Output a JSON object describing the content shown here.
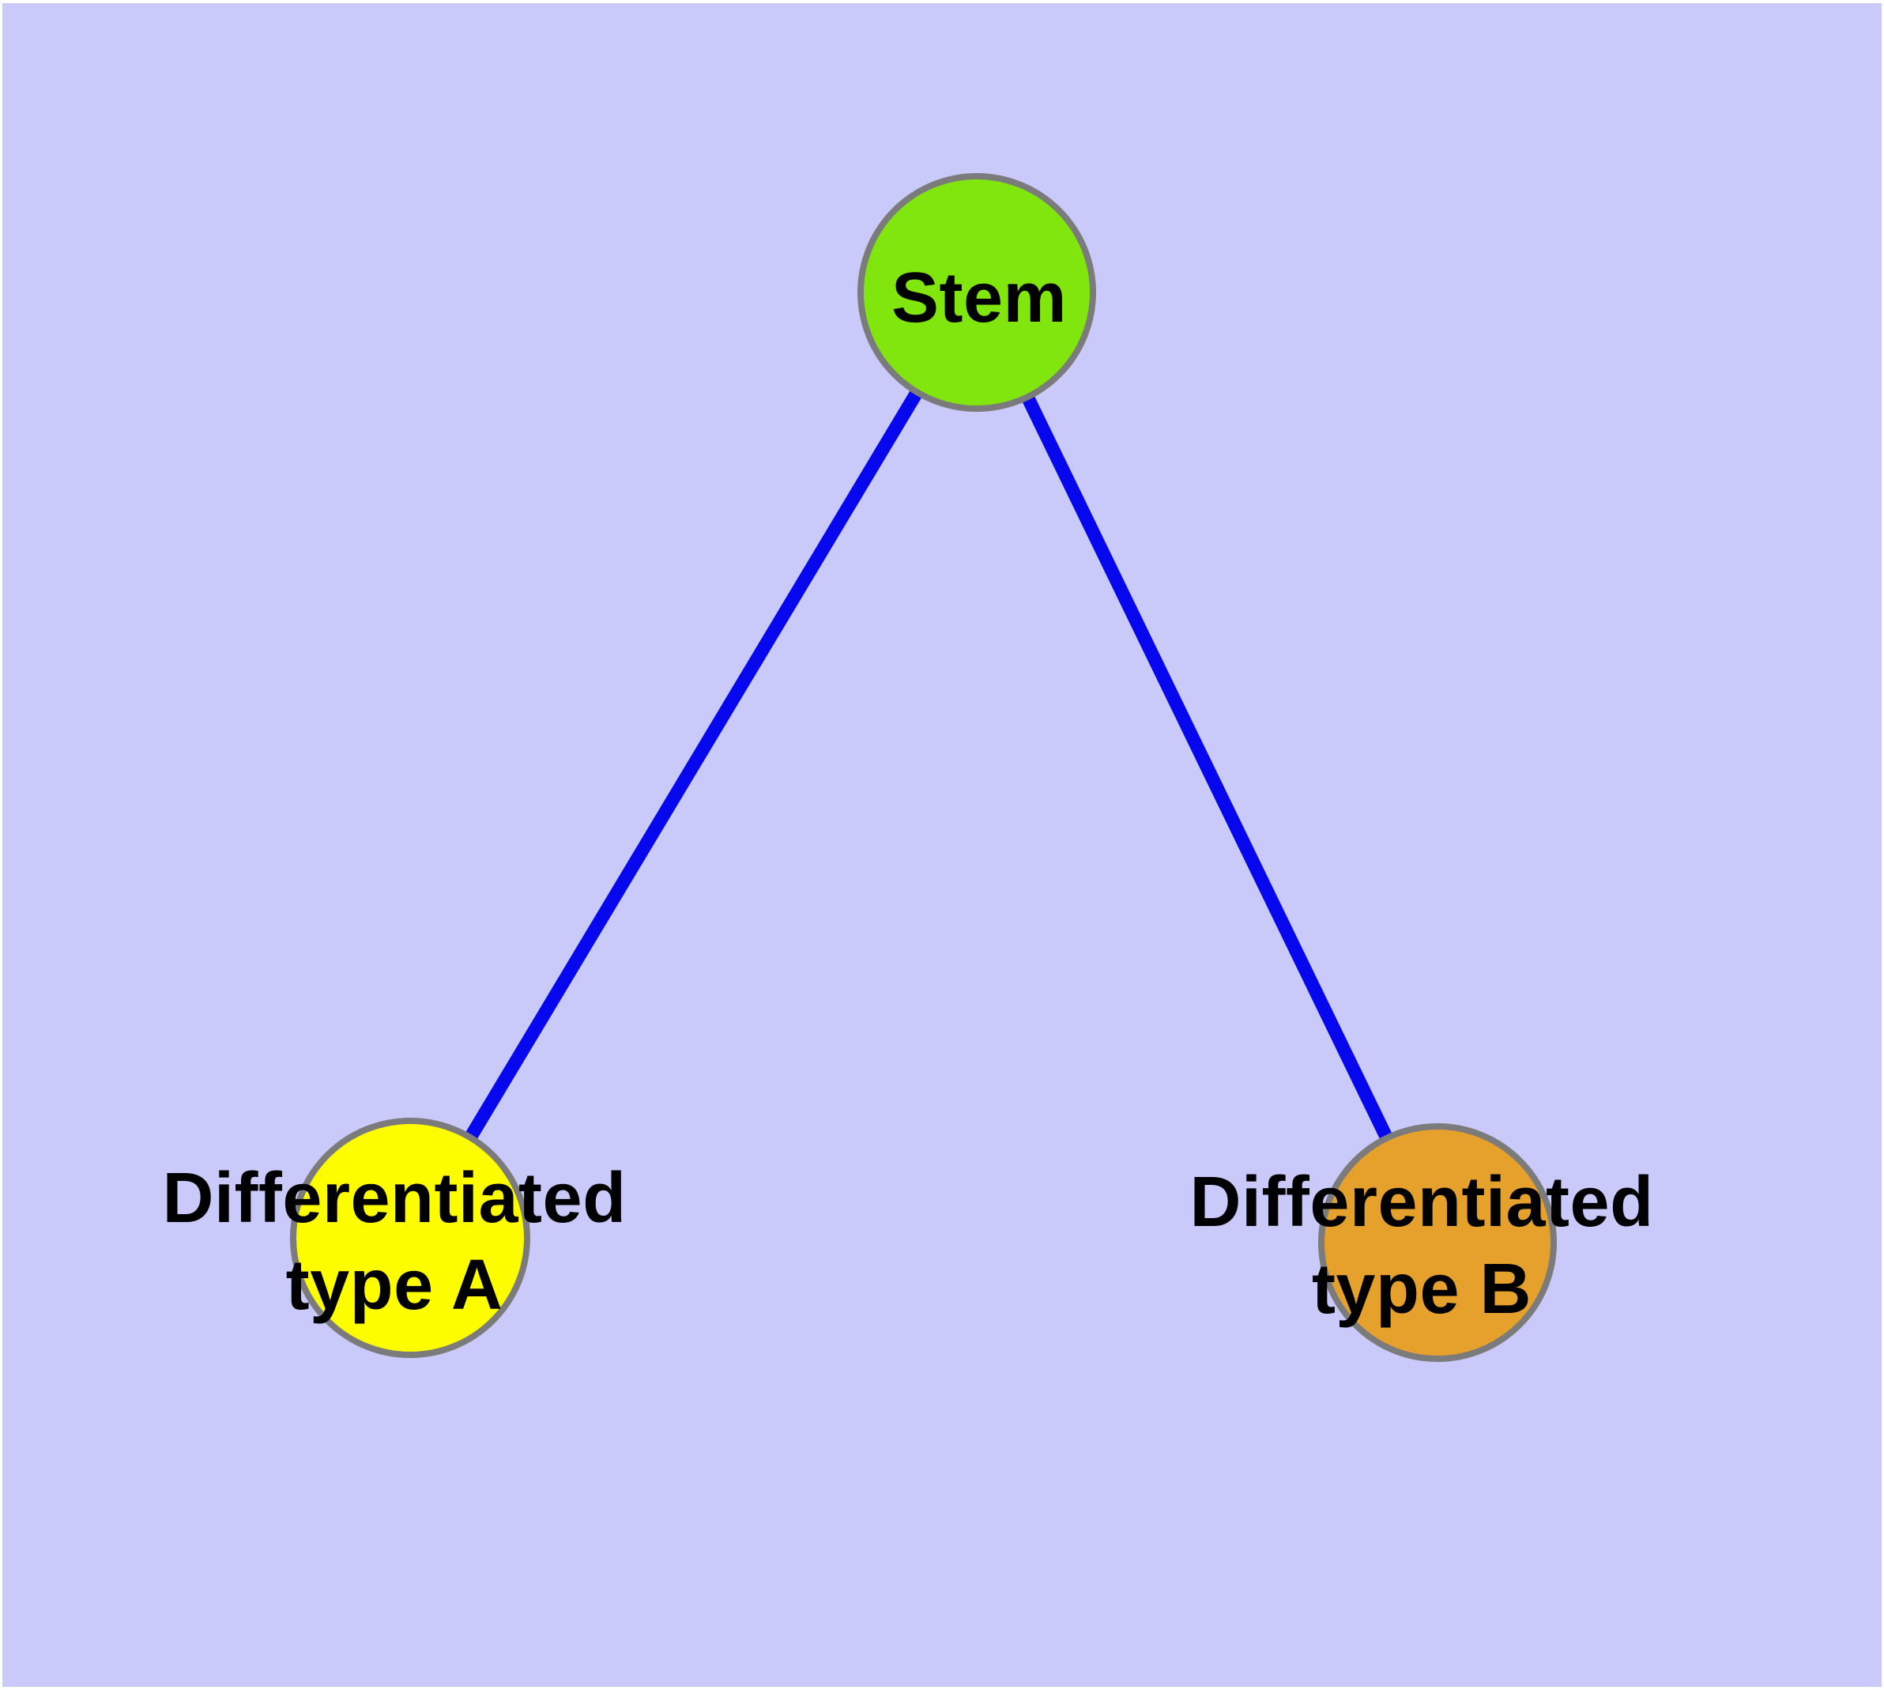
{
  "diagram": {
    "background_color": "#CACAFA",
    "frame_color": "#FFFFFF",
    "edge_color": "#0707EE",
    "node_border_color": "#7B7B7B",
    "label_color": "#000000",
    "nodes": [
      {
        "id": "stem",
        "label": "Stem",
        "fill": "#80E60D"
      },
      {
        "id": "differentiated-type-a",
        "label": "Differentiated\ntype A",
        "fill": "#FDFD00"
      },
      {
        "id": "differentiated-type-b",
        "label": "Differentiated\ntype B",
        "fill": "#E6A02C"
      }
    ],
    "edges": [
      {
        "from": "Stem",
        "to": "Differentiated type A"
      },
      {
        "from": "Stem",
        "to": "Differentiated type B"
      }
    ]
  }
}
